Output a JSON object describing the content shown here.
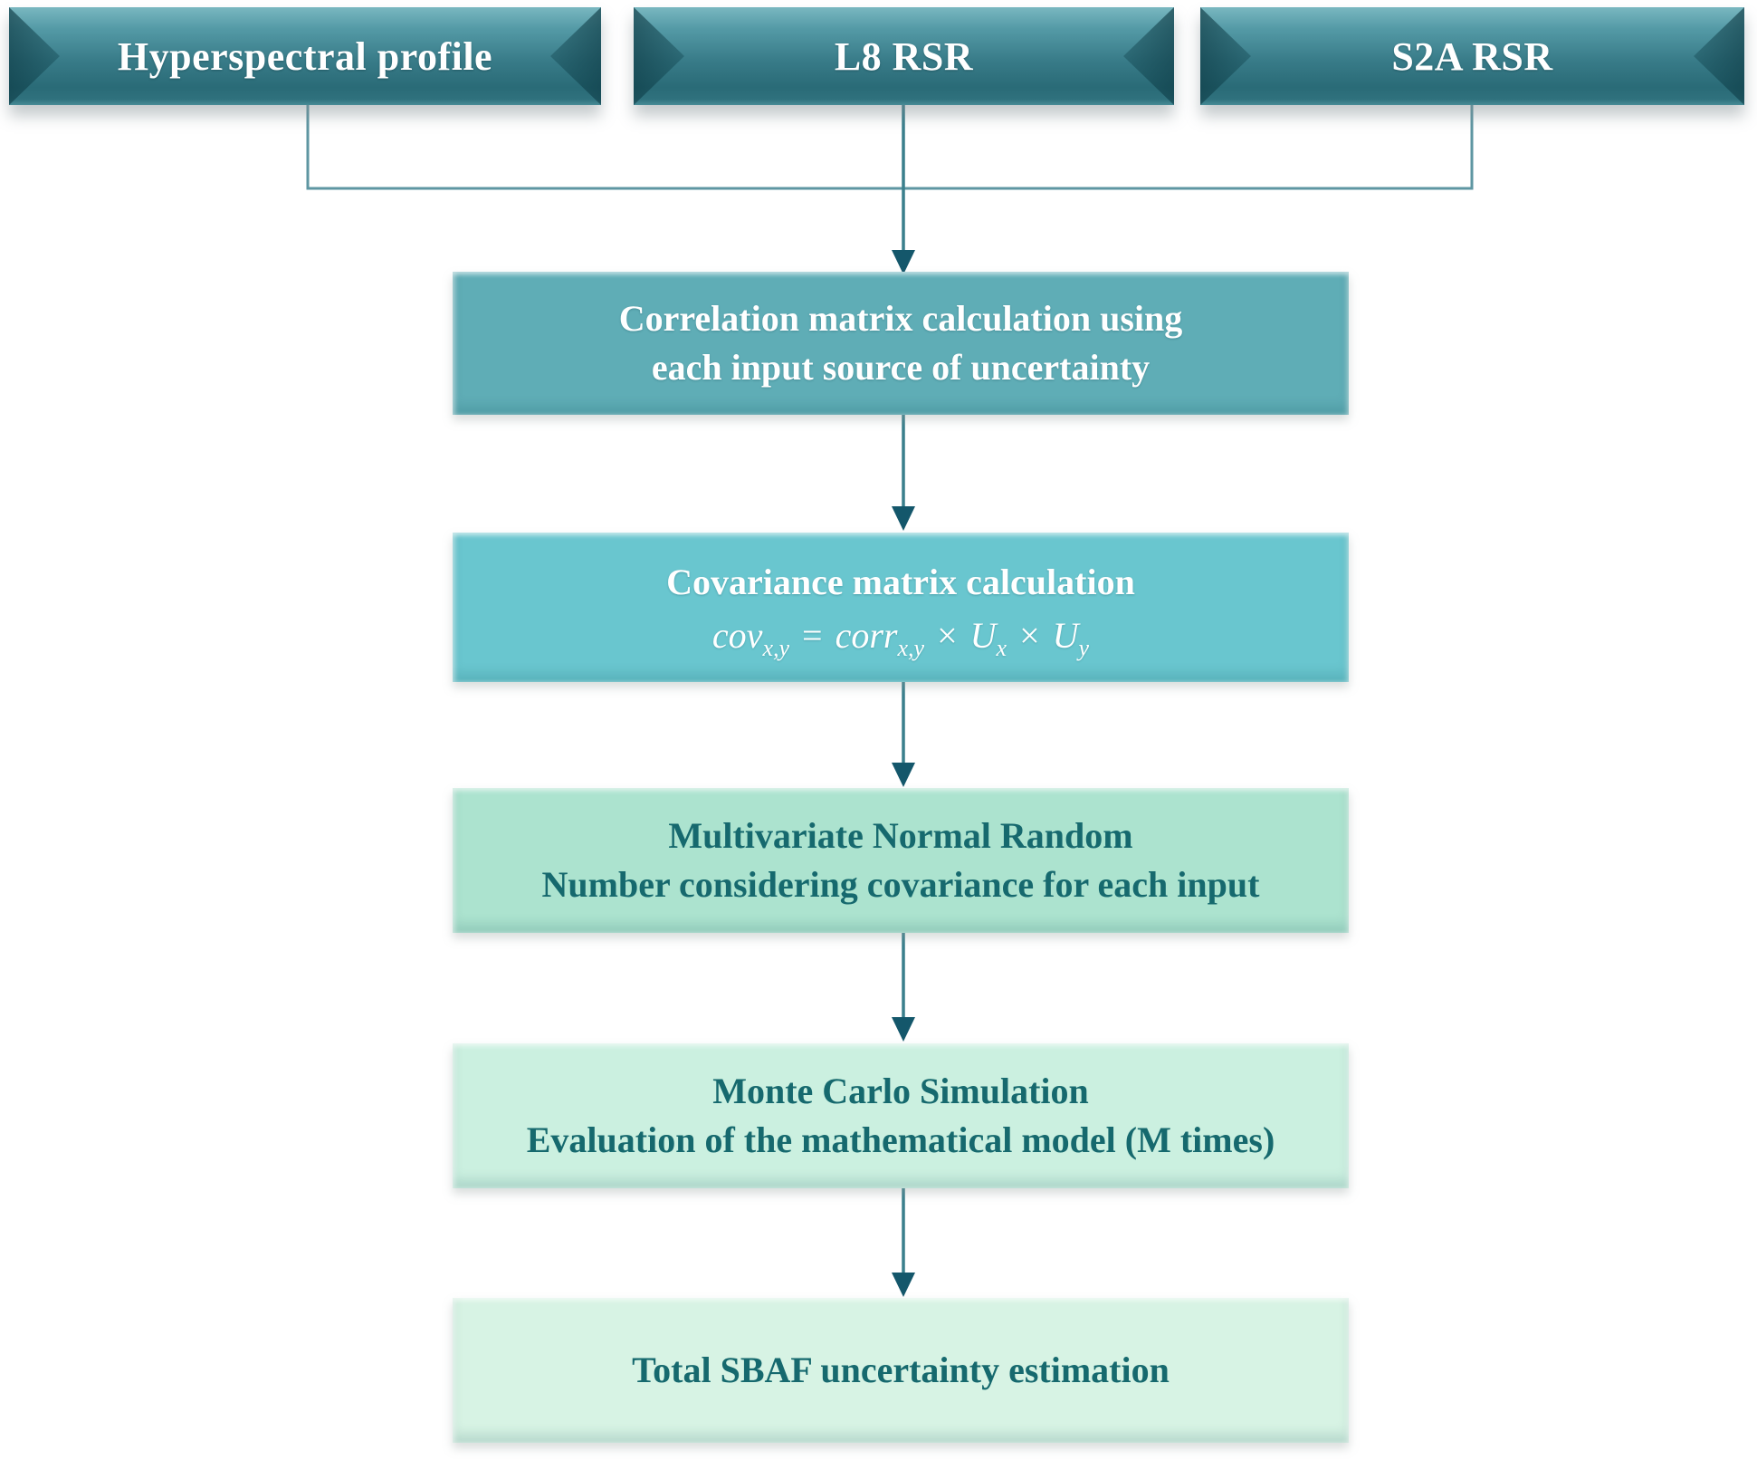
{
  "inputs": [
    {
      "label": "Hyperspectral profile"
    },
    {
      "label": "L8 RSR"
    },
    {
      "label": "S2A RSR"
    }
  ],
  "steps": {
    "correlation": {
      "line1": "Correlation matrix calculation using",
      "line2": "each input source of uncertainty"
    },
    "covariance": {
      "line1": "Covariance matrix calculation",
      "formula": {
        "lhs": "cov",
        "lhs_sub": "x,y",
        "equals": "=",
        "rhs": "corr",
        "rhs_sub": "x,y",
        "times": "×",
        "u": "U",
        "u_sub_x": "x",
        "u_sub_y": "y"
      }
    },
    "multivariate": {
      "line1": "Multivariate Normal Random",
      "line2": "Number considering covariance for each input"
    },
    "monte_carlo": {
      "line1": "Monte Carlo Simulation",
      "line2": "Evaluation of the mathematical model (M times)"
    },
    "total": {
      "line1": "Total SBAF uncertainty estimation"
    }
  },
  "colors": {
    "input_box": "#2f717d",
    "correlation_box": "#5fadb6",
    "covariance_box": "#69c6cf",
    "multivariate_box": "#ace3cf",
    "monte_carlo_box": "#cbf0e0",
    "total_box": "#d7f3e4",
    "light_text": "#ffffff",
    "dark_text": "#16696e",
    "connector_line": "#3a7f8c",
    "arrowhead": "#14576b"
  }
}
